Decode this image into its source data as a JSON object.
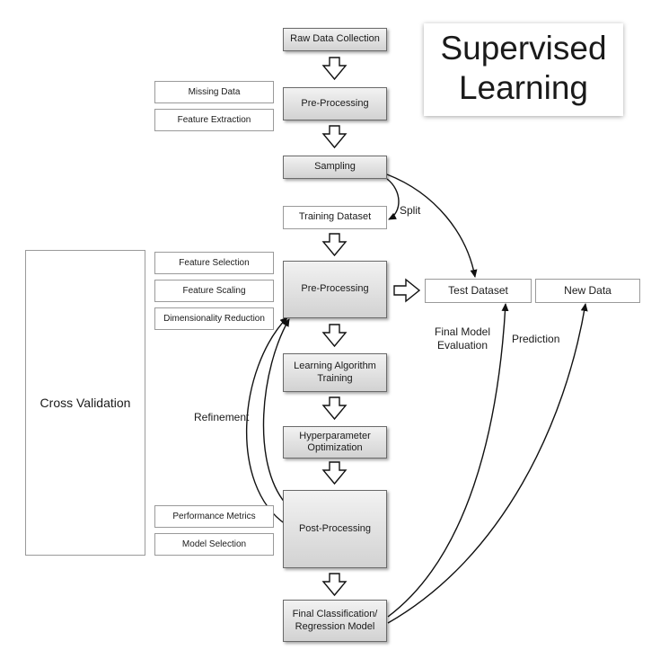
{
  "title": {
    "line1": "Supervised",
    "line2": "Learning"
  },
  "steps": {
    "raw_data_collection": "Raw Data Collection",
    "pre_processing_1": "Pre-Processing",
    "sampling": "Sampling",
    "training_dataset": "Training Dataset",
    "pre_processing_2": "Pre-Processing",
    "learning_algorithm_line1": "Learning Algorithm",
    "learning_algorithm_line2": "Training",
    "hyperparameter_line1": "Hyperparameter",
    "hyperparameter_line2": "Optimization",
    "post_processing": "Post-Processing",
    "final_model_line1": "Final Classification/",
    "final_model_line2": "Regression Model"
  },
  "side_boxes": {
    "missing_data": "Missing Data",
    "feature_extraction": "Feature Extraction",
    "feature_selection": "Feature Selection",
    "feature_scaling": "Feature Scaling",
    "dimensionality_reduction": "Dimensionality Reduction",
    "performance_metrics": "Performance Metrics",
    "model_selection": "Model Selection"
  },
  "cross_validation": "Cross Validation",
  "test_dataset": "Test Dataset",
  "new_data": "New Data",
  "labels": {
    "split": "Split",
    "refinement": "Refinement",
    "final_model_eval_line1": "Final Model",
    "final_model_eval_line2": "Evaluation",
    "prediction": "Prediction"
  }
}
